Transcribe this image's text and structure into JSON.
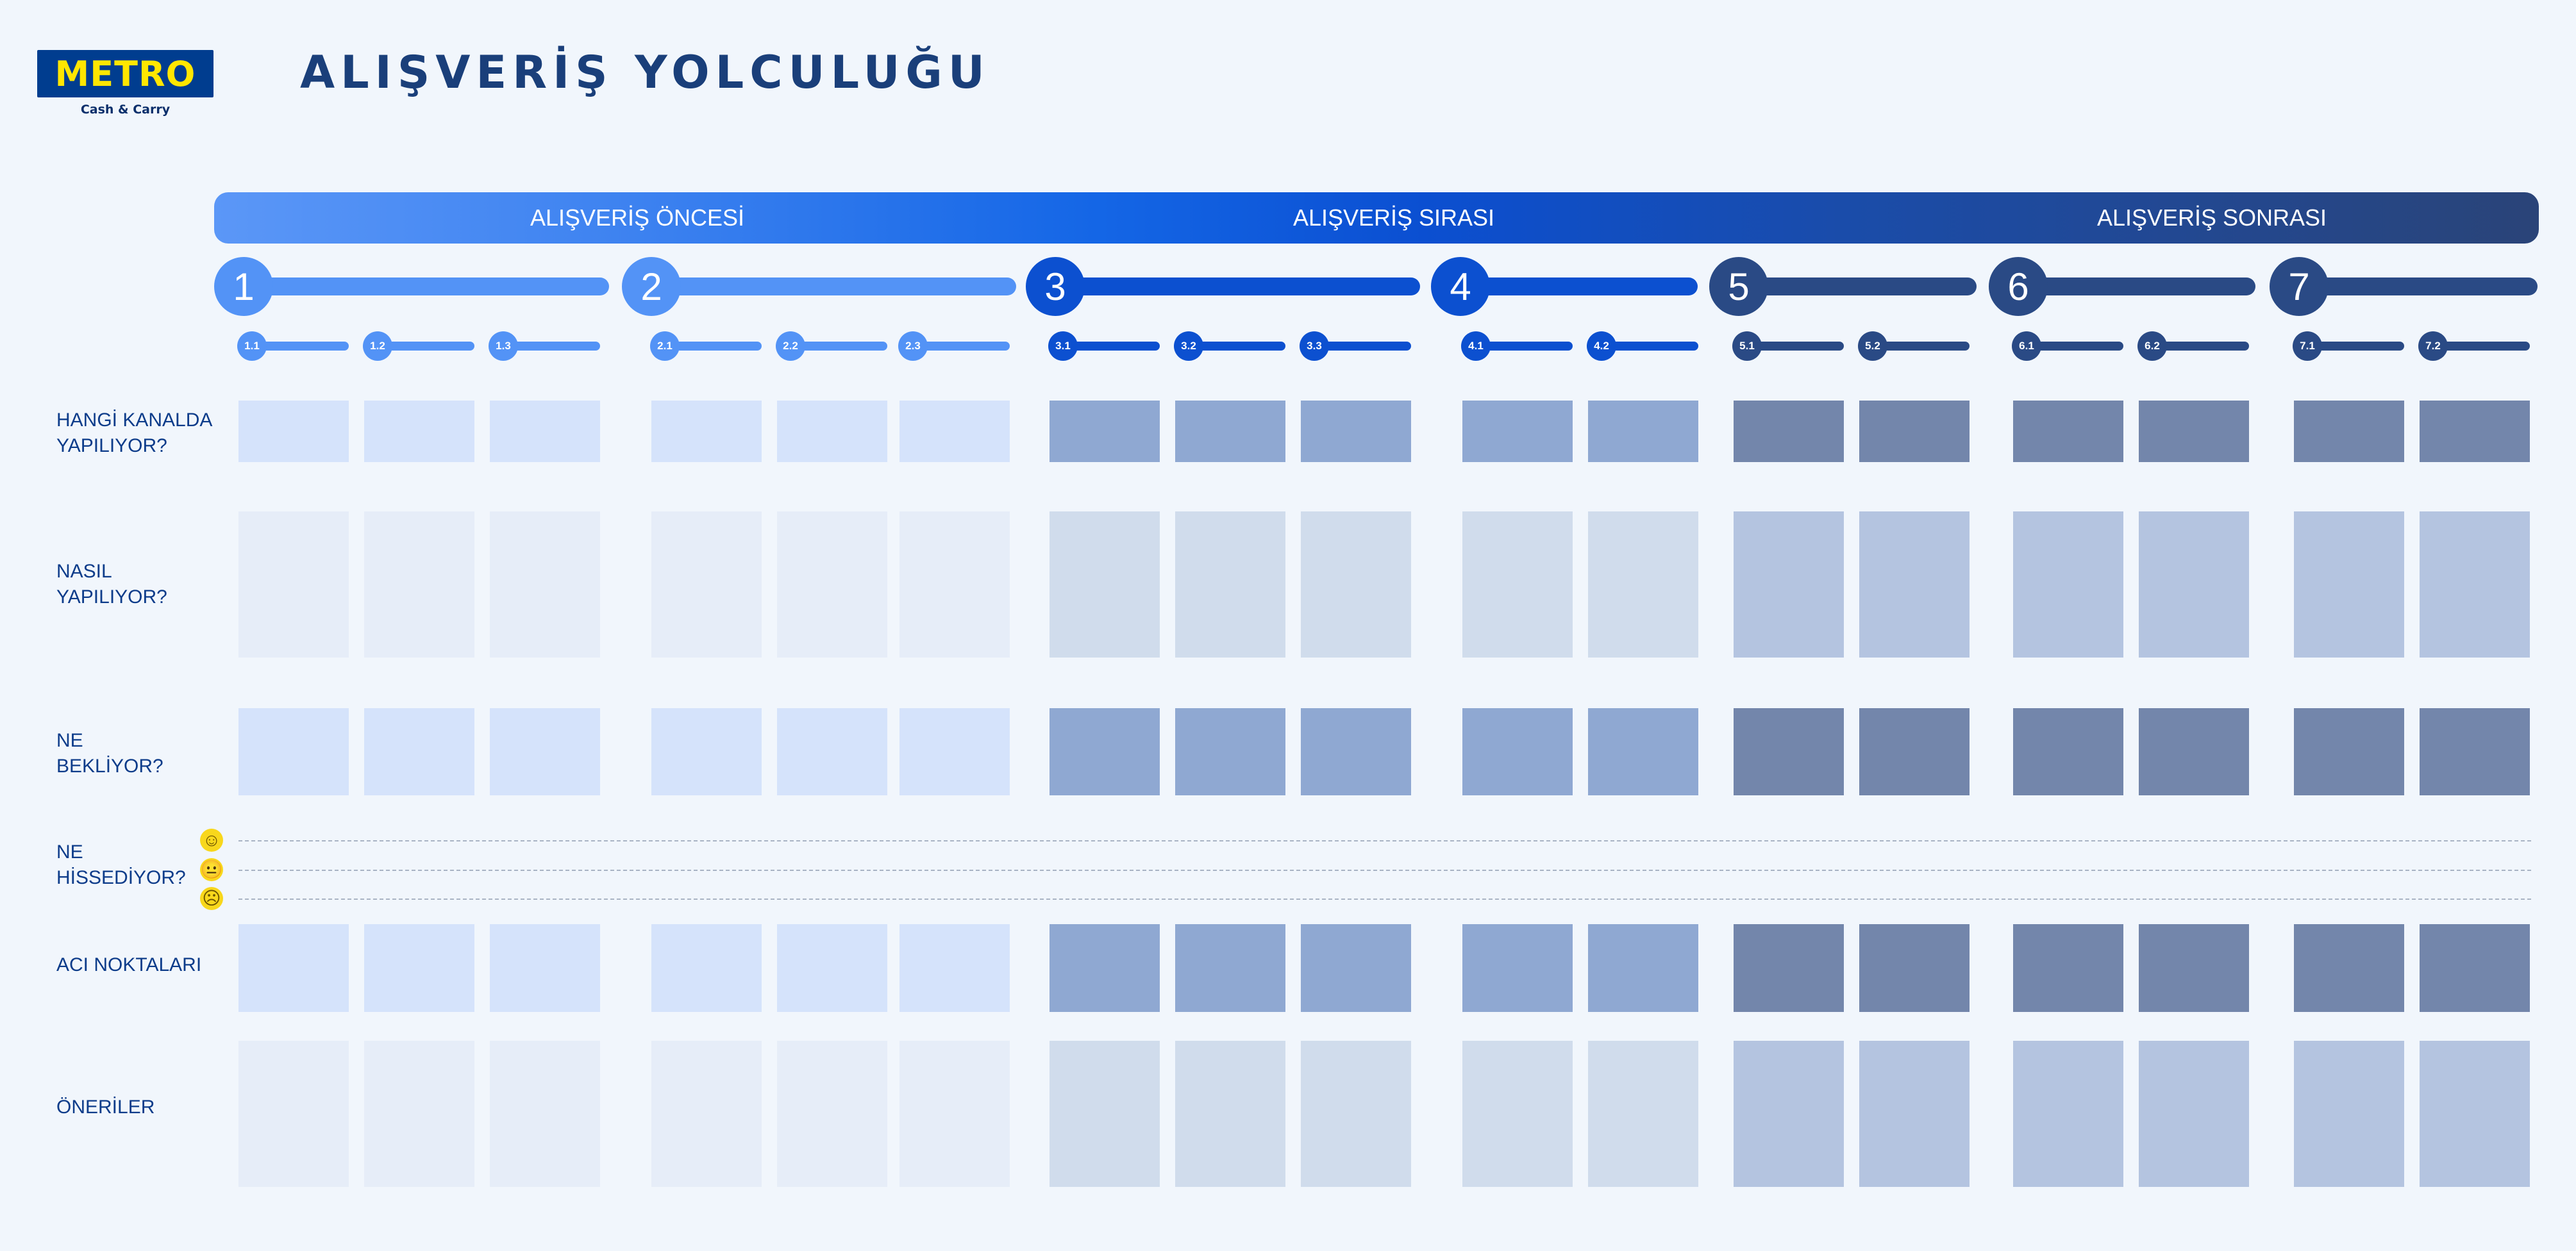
{
  "header": {
    "logo_text": "METRO",
    "logo_subtext": "Cash & Carry",
    "title": "ALIŞVERİŞ YOLCULUĞU"
  },
  "phases": [
    {
      "label": "ALIŞVERİŞ ÖNCESİ"
    },
    {
      "label": "ALIŞVERİŞ SIRASI"
    },
    {
      "label": "ALIŞVERİŞ SONRASI"
    }
  ],
  "stages": [
    {
      "number": "1",
      "color": "#5393f6",
      "substeps": [
        "1.1",
        "1.2",
        "1.3"
      ]
    },
    {
      "number": "2",
      "color": "#5393f6",
      "substeps": [
        "2.1",
        "2.2",
        "2.3"
      ]
    },
    {
      "number": "3",
      "color": "#0c50d0",
      "substeps": [
        "3.1",
        "3.2",
        "3.3"
      ]
    },
    {
      "number": "4",
      "color": "#0c50d0",
      "substeps": [
        "4.1",
        "4.2"
      ]
    },
    {
      "number": "5",
      "color": "#2a4a85",
      "substeps": [
        "5.1",
        "5.2"
      ]
    },
    {
      "number": "6",
      "color": "#2a4a85",
      "substeps": [
        "6.1",
        "6.2"
      ]
    },
    {
      "number": "7",
      "color": "#2a4a85",
      "substeps": [
        "7.1",
        "7.2"
      ]
    }
  ],
  "rows": [
    {
      "label": "HANGİ KANALDA\nYAPILIYOR?",
      "tone": "strong"
    },
    {
      "label": "NASIL\nYAPILIYOR?",
      "tone": "soft"
    },
    {
      "label": "NE\nBEKLİYOR?",
      "tone": "strong"
    },
    {
      "label": "NE\nHİSSEDİYOR?",
      "tone": "emotion"
    },
    {
      "label": "ACI NOKTALARI",
      "tone": "strong"
    },
    {
      "label": "ÖNERİLER",
      "tone": "soft"
    }
  ],
  "palette": {
    "strong": [
      "#d5e3fb",
      "#d5e3fb",
      "#8fa8d2",
      "#8fa8d2",
      "#7386ab",
      "#7386ab",
      "#7386ab"
    ],
    "soft": [
      "#e6edf8",
      "#e6edf8",
      "#d0dcec",
      "#d0dcec",
      "#b4c4e0",
      "#b4c4e0",
      "#b4c4e0"
    ]
  },
  "emotions": [
    {
      "icon": "happy-face-icon",
      "glyph": "☺"
    },
    {
      "icon": "neutral-face-icon",
      "glyph": "😐"
    },
    {
      "icon": "sad-face-icon",
      "glyph": "☹"
    }
  ]
}
